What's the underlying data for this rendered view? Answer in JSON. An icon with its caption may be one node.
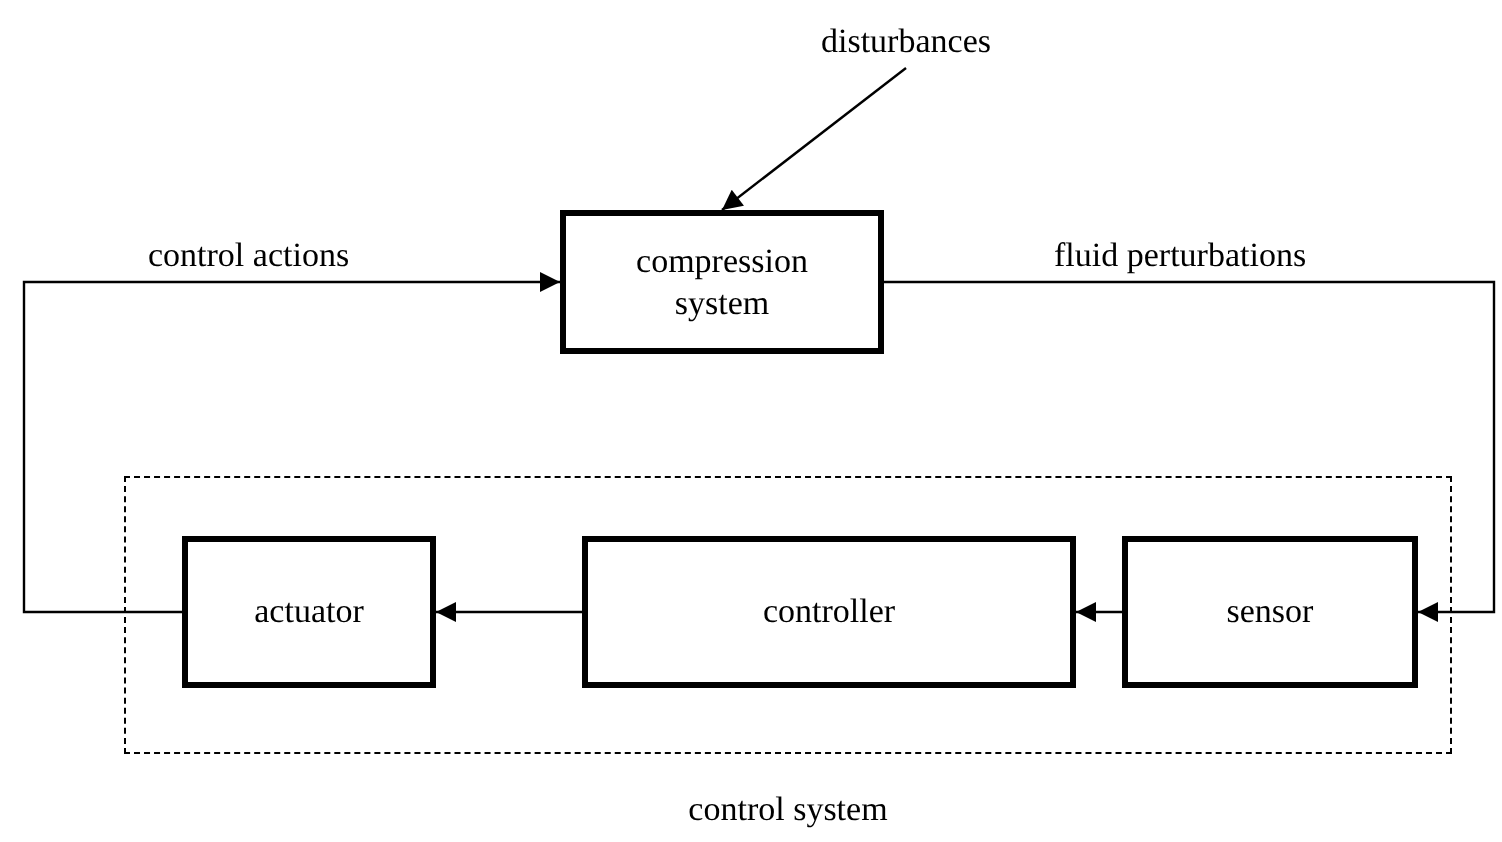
{
  "diagram": {
    "nodes": [
      {
        "text": [
          "disturbances"
        ]
      },
      {
        "text": [
          "compression system"
        ]
      },
      {
        "text": [
          "control system"
        ]
      },
      {
        "text": [
          "actuator"
        ],
        "in": 2
      },
      {
        "text": [
          "controller"
        ],
        "in": 2
      },
      {
        "text": [
          "sensor"
        ],
        "in": 2
      }
    ],
    "edges": [
      {
        "from": 0,
        "to": 1,
        "arrow": "to"
      },
      {
        "from": 3,
        "to": 1,
        "arrow": "to",
        "label": "control actions"
      },
      {
        "from": 1,
        "to": 5,
        "arrow": "to",
        "label": "fluid perturbations"
      },
      {
        "from": 5,
        "to": 4,
        "arrow": "to"
      },
      {
        "from": 4,
        "to": 3,
        "arrow": "to"
      }
    ]
  }
}
